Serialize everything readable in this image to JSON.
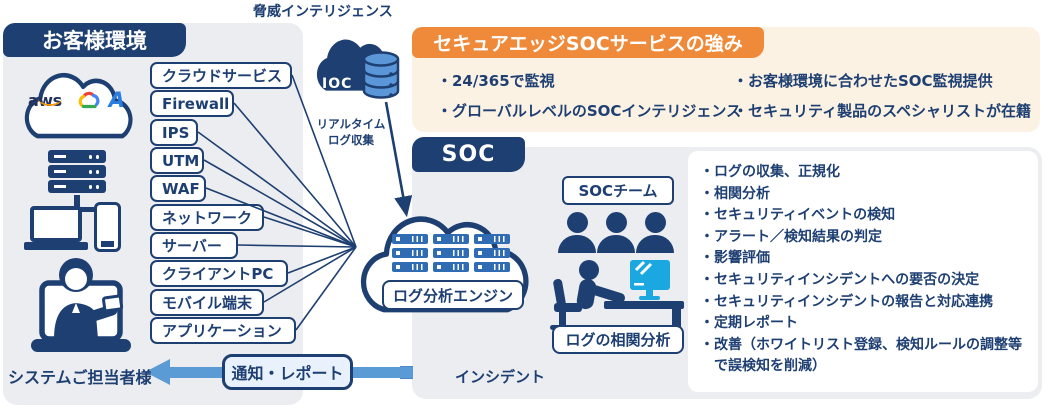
{
  "colors": {
    "navy": "#1e3f72",
    "orange": "#ef8a3a",
    "cream": "#fbf2e3",
    "panel_gray": "#ecedf0",
    "arrow_blue": "#5b9bd5",
    "rack_blue": "#2f6cb3",
    "db_blue": "#5b97d8",
    "monitor_cyan": "#1ba8e0"
  },
  "customer": {
    "title": "お客様環境",
    "cloud_logos": {
      "aws": "aws",
      "azure": "A"
    },
    "log_sources": [
      "クラウドサービス",
      "Firewall",
      "IPS",
      "UTM",
      "WAF",
      "ネットワーク",
      "サーバー",
      "クライアントPC",
      "モバイル端末",
      "アプリケーション"
    ],
    "manager_label": "システムご担当者様"
  },
  "threat_intel": {
    "title": "脅威インテリジェンス",
    "cloud_label": "IOC",
    "realtime_line1": "リアルタイム",
    "realtime_line2": "ログ収集"
  },
  "strengths": {
    "title": "セキュアエッジSOCサービスの強み",
    "bullets_left": [
      "・24/365で監視",
      "・グローバルレベルのSOCインテリジェンス"
    ],
    "bullets_right": [
      "・お客様環境に合わせたSOC監視提供",
      "・セキュリティ製品のスペシャリストが在籍"
    ]
  },
  "soc": {
    "title": "SOC",
    "engine_label": "ログ分析エンジン",
    "team_label": "SOCチーム",
    "correlation_label": "ログの相関分析",
    "tasks": [
      "・ログの収集、正規化",
      "・相関分析",
      "・セキュリティイベントの検知",
      "・アラート／検知結果の判定",
      "・影響評価",
      "・セキュリティインシデントへの要否の決定",
      "・セキュリティインシデントの報告と対応連携",
      "・定期レポート",
      "・改善（ホワイトリスト登録、検知ルールの調整等で誤検知を削減）"
    ]
  },
  "flow": {
    "notify_label": "通知・レポート",
    "incident_label": "インシデント"
  }
}
